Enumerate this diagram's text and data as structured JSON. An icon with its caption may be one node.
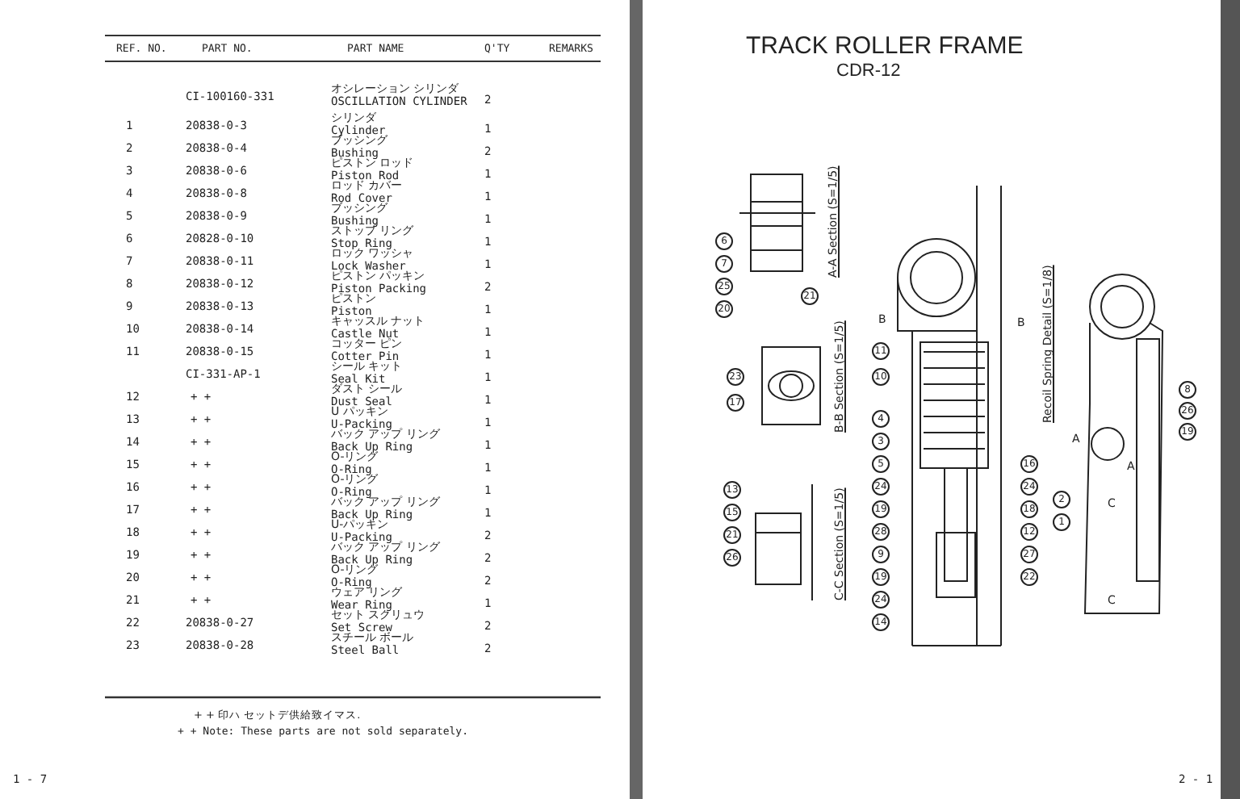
{
  "diagram": {
    "title": "TRACK ROLLER FRAME",
    "labels": [
      "REF. NO.",
      "PART NO.",
      "PART NAME",
      "Q'TY",
      "REMARKS",
      "CI-100160-331",
      "オシレーション シリンダ",
      "OSCILLATION CYLINDER",
      "2",
      "1",
      "20838-0-3",
      "シリンダ",
      "Cylinder",
      "1",
      "2",
      "20838-0-4",
      "ブッシング",
      "Bushing",
      "2",
      "3",
      "20838-0-6",
      "ピストン ロッド",
      "Piston Rod",
      "1",
      "4",
      "20838-0-8",
      "ロッド カバー",
      "Rod Cover",
      "1",
      "5",
      "20838-0-9",
      "ブッシング",
      "Bushing",
      "1",
      "6",
      "20828-0-10",
      "ストップ リング",
      "Stop Ring",
      "1",
      "7",
      "20838-0-11",
      "ロック ワッシャ",
      "Lock Washer",
      "1",
      "8",
      "20838-0-12",
      "ピストン パッキン",
      "Piston Packing",
      "2",
      "9",
      "20838-0-13",
      "ピストン",
      "Piston",
      "1",
      "10",
      "20838-0-14",
      "キャッスル ナット",
      "Castle Nut",
      "1",
      "11",
      "20838-0-15",
      "コッター ピン",
      "Cotter Pin",
      "1",
      "CI-331-AP-1",
      "シール キット",
      "Seal Kit",
      "1",
      "12",
      "+ +",
      "ダスト シール",
      "Dust Seal",
      "1",
      "13",
      "+ +",
      "U パッキン",
      "U-Packing",
      "1",
      "14",
      "+ +",
      "バック アップ リング",
      "Back Up Ring",
      "1",
      "15",
      "+ +",
      "O-リング",
      "O-Ring",
      "1",
      "16",
      "+ +",
      "O-リング",
      "O-Ring",
      "1",
      "17",
      "+ +",
      "バック アップ リング",
      "Back Up Ring",
      "1",
      "18",
      "+ +",
      "U-パッキン",
      "U-Packing",
      "2",
      "19",
      "+ +",
      "バック アップ リング",
      "Back Up Ring",
      "2",
      "20",
      "+ +",
      "O-リング",
      "O-Ring",
      "2",
      "21",
      "+ +",
      "ウェア リング",
      "Wear Ring",
      "1",
      "22",
      "20838-0-27",
      "セット スクリュウ",
      "Set Screw",
      "2",
      "23",
      "20838-0-28",
      "スチール ボール",
      "Steel Ball",
      "2",
      "+ + 印ハ セットデ供給致イマス.",
      "+ + Note: These parts are not sold separately.",
      "1 - 7",
      "CDR-12",
      "A-A Section (S=1/5)",
      "6",
      "7",
      "25",
      "20",
      "21",
      "B-B Section (S=1/5)",
      "23",
      "17",
      "C-C Section (S=1/5)",
      "13",
      "15",
      "21",
      "26",
      "11",
      "10",
      "4",
      "3",
      "5",
      "24",
      "19",
      "28",
      "9",
      "19",
      "24",
      "14",
      "B",
      "B",
      "Recoil Spring Detail (S=1/8)",
      "16",
      "24",
      "18",
      "12",
      "27",
      "22",
      "8",
      "19",
      "26",
      "1",
      "2",
      "A",
      "A",
      "C",
      "C",
      "2 - 1"
    ]
  }
}
